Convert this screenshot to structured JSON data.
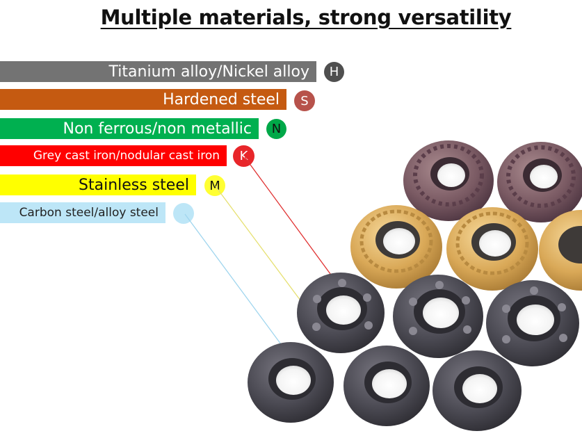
{
  "title": "Multiple materials, strong versatility",
  "materials": [
    {
      "label": "Titanium alloy/Nickel alloy",
      "code": "H",
      "color": "#737373",
      "text_color": "#ffffff",
      "badge_color": "#4f4f4f",
      "badge_text": "#ffffff"
    },
    {
      "label": "Hardened steel",
      "code": "S",
      "color": "#c55a11",
      "text_color": "#ffffff",
      "badge_color": "#b7524b",
      "badge_text": "#ffffff"
    },
    {
      "label": "Non ferrous/non metallic",
      "code": "N",
      "color": "#00b050",
      "text_color": "#ffffff",
      "badge_color": "#00a848",
      "badge_text": "#111111"
    },
    {
      "label": "Grey cast iron/nodular cast iron",
      "code": "K",
      "color": "#ff0000",
      "text_color": "#ffffff",
      "badge_color": "#e8262a",
      "badge_text": "#ffffff"
    },
    {
      "label": "Stainless steel",
      "code": "M",
      "color": "#ffff00",
      "text_color": "#111111",
      "badge_color": "#ffff33",
      "badge_text": "#111111"
    },
    {
      "label": "Carbon steel/alloy steel",
      "code": "",
      "color": "#bde6f7",
      "text_color": "#222222",
      "badge_color": "#bde6f7",
      "badge_text": "#111111"
    }
  ]
}
